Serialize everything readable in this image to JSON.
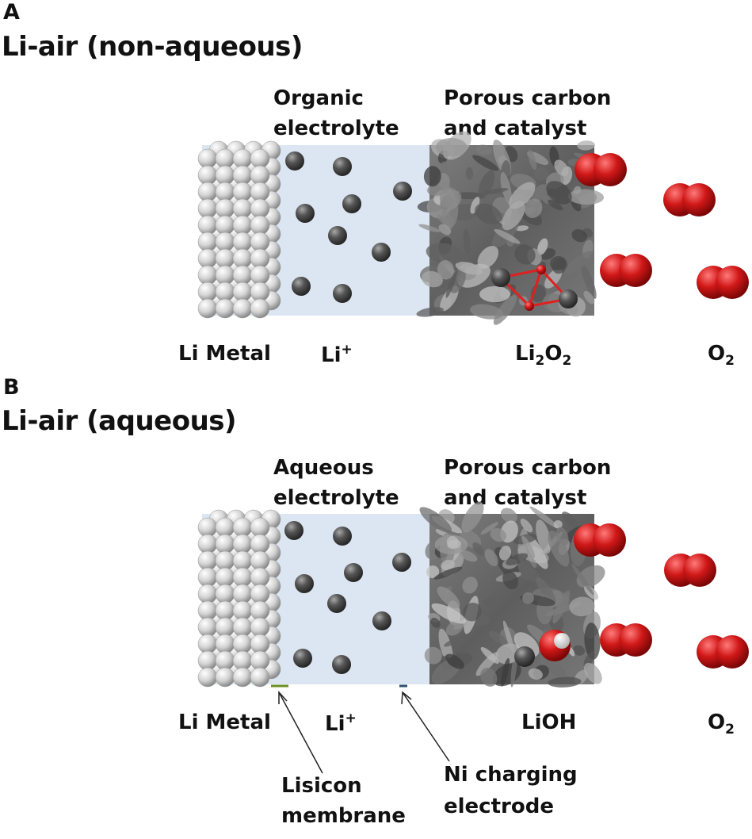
{
  "panels": [
    {
      "letter": "A",
      "title": "Li-air (non-aqueous)",
      "electrolyte": [
        "Organic",
        "electrolyte"
      ],
      "cathode": [
        "Porous carbon",
        "and catalyst"
      ],
      "labels": {
        "metal": "Li Metal",
        "ion_base": "Li",
        "ion_sup": "+",
        "product_parts": [
          [
            "Li",
            ""
          ],
          [
            "2",
            "sub"
          ],
          [
            "O",
            ""
          ],
          [
            "2",
            "sub"
          ]
        ],
        "gas_base": "O",
        "gas_sub": "2"
      }
    },
    {
      "letter": "B",
      "title": "Li-air (aqueous)",
      "electrolyte": [
        "Aqueous",
        "electrolyte"
      ],
      "cathode": [
        "Porous carbon",
        "and catalyst"
      ],
      "labels": {
        "metal": "Li Metal",
        "ion_base": "Li",
        "ion_sup": "+",
        "product_parts": [
          [
            "LiOH",
            ""
          ]
        ],
        "gas_base": "O",
        "gas_sub": "2"
      },
      "callouts": [
        [
          "Lisicon",
          "membrane"
        ],
        [
          "Ni charging",
          "electrode"
        ]
      ]
    }
  ],
  "colors": {
    "electrolyte_bg": "#dce6f2",
    "li_metal": "#e8e8e8",
    "li_ion": "#555555",
    "oxygen": "#d01818",
    "carbon": "#6e6e6e",
    "membrane": "#6b8e23",
    "ni_electrode": "#2f4f6f"
  }
}
